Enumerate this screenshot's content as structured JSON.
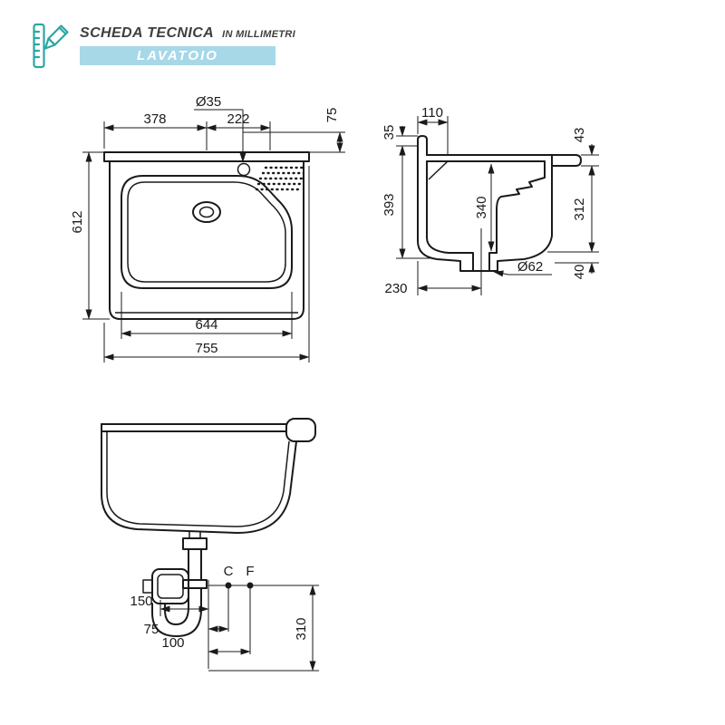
{
  "header": {
    "title": "SCHEDA TECNICA",
    "subtitle": "IN MILLIMETRI",
    "product_banner": "LAVATOIO"
  },
  "colors": {
    "banner_background": "#a6d8e8",
    "banner_text": "#ffffff",
    "icon_teal": "#2ba7a3",
    "drawing_line": "#1a1a1a"
  },
  "front_view": {
    "tap_hole_diameter": "Ø35",
    "width_to_drain": "378",
    "width_drain_to_tap": "222",
    "tap_edge_offset": "75",
    "overall_height": "612",
    "basin_width": "644",
    "overall_width": "755"
  },
  "section_view": {
    "ledge_depth": "110",
    "backsplash_height": "35",
    "front_lip_height": "43",
    "overall_height": "393",
    "basin_depth": "340",
    "front_height": "312",
    "drain_diameter": "Ø62",
    "base_height": "40",
    "drain_setback": "230"
  },
  "installation_view": {
    "point_c_label": "C",
    "point_f_label": "F",
    "trap_to_axis": "150",
    "axis_to_c": "75",
    "axis_to_f": "100",
    "connection_height": "310"
  }
}
